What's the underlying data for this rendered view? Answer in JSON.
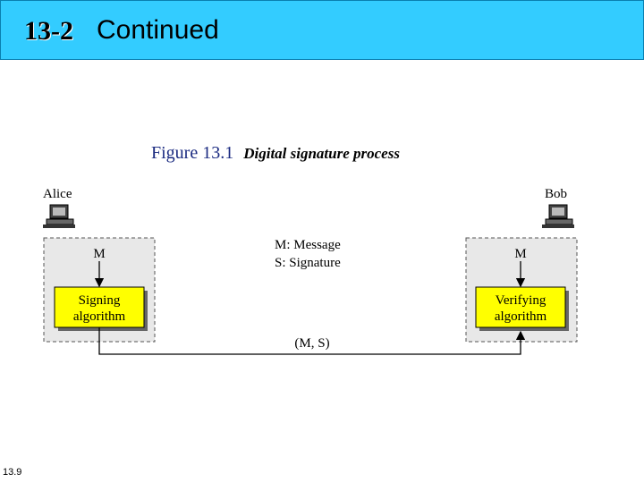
{
  "header": {
    "section_number": "13-2",
    "title": "Continued"
  },
  "figure": {
    "label": "Figure 13.1",
    "description": "Digital signature process"
  },
  "diagram": {
    "sender": {
      "name": "Alice",
      "input_label": "M",
      "algorithm_line1": "Signing",
      "algorithm_line2": "algorithm"
    },
    "receiver": {
      "name": "Bob",
      "input_label": "M",
      "algorithm_line1": "Verifying",
      "algorithm_line2": "algorithm"
    },
    "legend_line1": "M: Message",
    "legend_line2": "S: Signature",
    "channel_label": "(M, S)"
  },
  "footer": {
    "slide_number": "13.9"
  },
  "colors": {
    "header_bg": "#33ccff",
    "box_fill": "#ffff00",
    "panel_fill": "#e8e8e8"
  }
}
